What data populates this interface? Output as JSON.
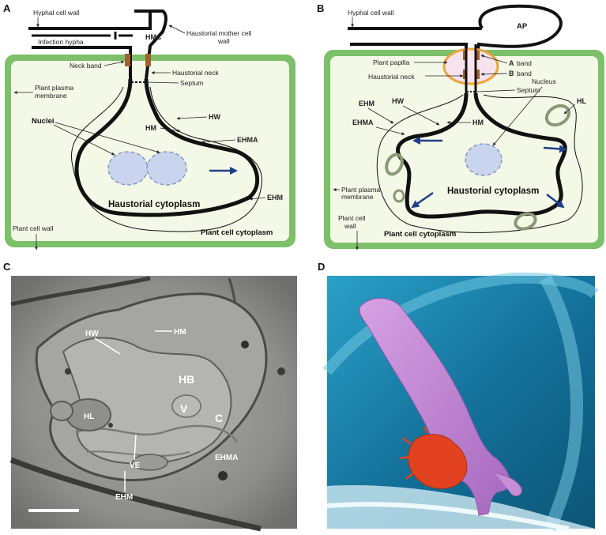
{
  "panels": {
    "A": {
      "letter": "A",
      "labels": {
        "hyphal_cell_wall": "Hyphal cell wall",
        "infection_hypha": "Infection hypha",
        "hmc": "HMC",
        "haustorial_mother_cell_wall_1": "Haustorial mother cell",
        "haustorial_mother_cell_wall_2": "wall",
        "neck_band": "Neck band",
        "haustorial_neck": "Haustorial neck",
        "septum": "Septum",
        "plant_plasma_membrane_1": "Plant plasma",
        "plant_plasma_membrane_2": "membrane",
        "nuclei": "Nuclei",
        "hw": "HW",
        "hm": "HM",
        "ehma": "EHMA",
        "ehm": "EHM",
        "haustorial_cytoplasm": "Haustorial cytoplasm",
        "plant_cell_cytoplasm": "Plant cell cytoplasm",
        "plant_cell_wall": "Plant cell wall"
      }
    },
    "B": {
      "letter": "B",
      "labels": {
        "hyphal_cell_wall": "Hyphal cell wall",
        "ap": "AP",
        "plant_papilla": "Plant papilla",
        "a_band_letter": "A",
        "a_band_word": "band",
        "b_band_letter": "B",
        "b_band_word": "band",
        "haustorial_neck": "Haustorial neck",
        "septum": "Septum",
        "nucleus": "Nucleus",
        "hl": "HL",
        "ehm": "EHM",
        "hw": "HW",
        "hm": "HM",
        "ehma": "EHMA",
        "haustorial_cytoplasm": "Haustorial cytoplasm",
        "plant_plasma_membrane_1": "Plant plasma",
        "plant_plasma_membrane_2": "membrane",
        "plant_cell_wall_1": "Plant cell",
        "plant_cell_wall_2": "wall",
        "plant_cell_cytoplasm": "Plant cell cytoplasm"
      }
    },
    "C": {
      "letter": "C",
      "labels": {
        "hw": "HW",
        "hm": "HM",
        "hb": "HB",
        "v": "V",
        "c": "C",
        "hl": "HL",
        "ve": "VE",
        "ehma": "EHMA",
        "ehm": "EHM"
      }
    },
    "D": {
      "letter": "D"
    }
  },
  "colors": {
    "plant_cell_wall": "#7cc06a",
    "cytoplasm": "#f4f8e6",
    "membrane_dark": "#111111",
    "nucleus_fill": "#c9d4ee",
    "nucleus_stroke": "#7a8fc4",
    "flow_arrow": "#1e3f8a",
    "neck_band": "#a25f2b",
    "papilla": "#eda43c",
    "papilla_fill": "#f6e3ee",
    "hl_fill": "#9aa88a",
    "em_bg": "#9a9a96",
    "sem_bg": "#1a7ea6",
    "sem_fungus": "#c083d1",
    "sem_red": "#e2421f"
  }
}
